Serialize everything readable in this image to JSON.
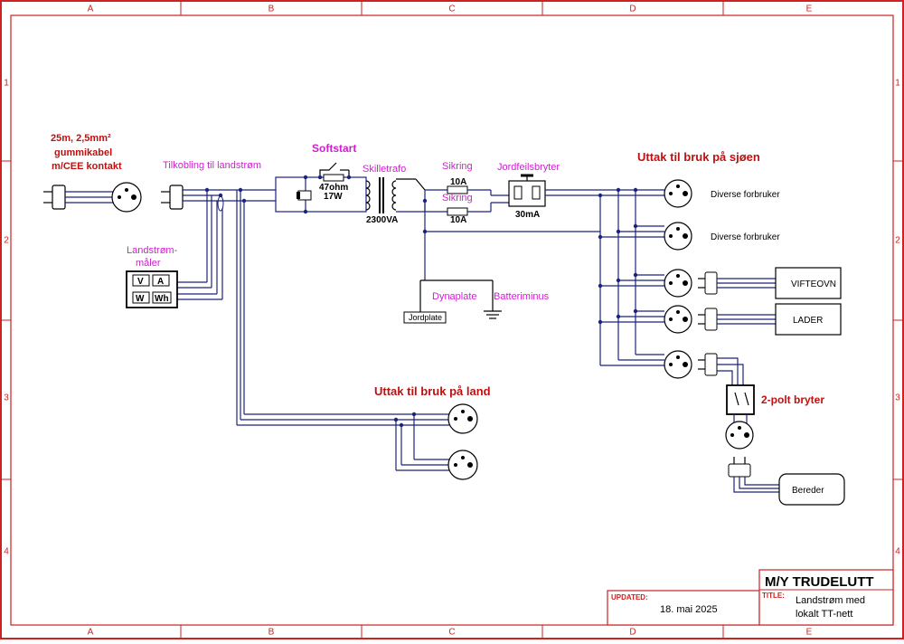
{
  "frame": {
    "columns": [
      "A",
      "B",
      "C",
      "D",
      "E"
    ],
    "rows": [
      "1",
      "2",
      "3",
      "4"
    ]
  },
  "labels": {
    "cable": [
      "25m, 2,5mm²",
      "gummikabel",
      "m/CEE kontakt"
    ],
    "tilkobling": "Tilkobling til landstrøm",
    "softstart": "Softstart",
    "resistor": [
      "47ohm",
      "17W"
    ],
    "skilletrafo": "Skilletrafo",
    "trafo_rating": "2300VA",
    "sikring_1": "Sikring",
    "sikring_2": "Sikring",
    "fuse_1_rating": "10A",
    "fuse_2_rating": "10A",
    "jordfeilsbryter": "Jordfeilsbryter",
    "rcd_rating": "30mA",
    "uttak_sjoen": "Uttak til bruk på sjøen",
    "diverse_1": "Diverse forbruker",
    "diverse_2": "Diverse forbruker",
    "landstrom_maler": [
      "Landstrøm-",
      "måler"
    ],
    "meter_keys": [
      "V",
      "A",
      "W",
      "Wh"
    ],
    "dynaplate": "Dynaplate",
    "batteriminus": "Batteriminus",
    "jordplate": "Jordplate",
    "vifteovn": "VIFTEOVN",
    "lader": "LADER",
    "uttak_land": "Uttak til bruk på land",
    "bryter": "2-polt bryter",
    "bereder": "Bereder"
  },
  "title_block": {
    "boat": "M/Y TRUDELUTT",
    "updated_label": "UPDATED:",
    "updated_value": "18. mai 2025",
    "title_label": "TITLE:",
    "title_lines": [
      "Landstrøm med",
      "lokalt TT-nett"
    ]
  },
  "colors": {
    "frame": "#cc2222",
    "wire": "#1a237e",
    "label_magenta": "#d01fd0",
    "heading_red": "#c01010"
  }
}
